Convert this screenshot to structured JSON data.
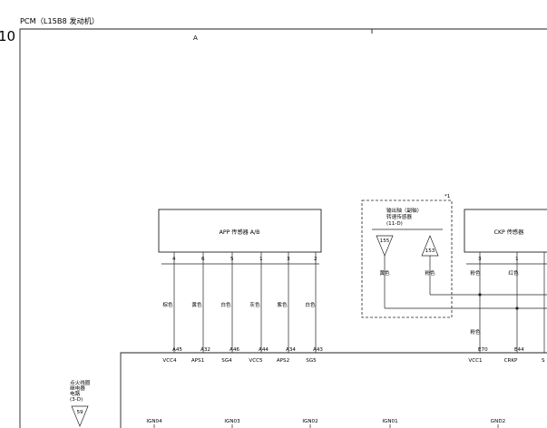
{
  "header": {
    "title": "PCM（L15B8 发动机）",
    "page_number": "10",
    "section": "A"
  },
  "app_sensor": {
    "name": "APP 传感器 A/B",
    "pins": [
      {
        "pin": "4",
        "wire_color": "棕色",
        "terminal": "A45",
        "signal": "VCC4"
      },
      {
        "pin": "6",
        "wire_color": "黄色",
        "terminal": "A32",
        "signal": "APS1"
      },
      {
        "pin": "5",
        "wire_color": "白色",
        "terminal": "A46",
        "signal": "SG4"
      },
      {
        "pin": "1",
        "wire_color": "灰色",
        "terminal": "A44",
        "signal": "VCC5"
      },
      {
        "pin": "3",
        "wire_color": "紫色",
        "terminal": "A34",
        "signal": "APS2"
      },
      {
        "pin": "2",
        "wire_color": "白色",
        "terminal": "A43",
        "signal": "SG5"
      }
    ]
  },
  "output_shaft_sensor": {
    "note_mark": "*1",
    "name_line1": "输出轴（副轴）",
    "name_line2": "转速传感器",
    "ref": "(11-D)",
    "tag_left": "155",
    "tag_right": "153",
    "wire_left": "黄色",
    "wire_right": "粉色"
  },
  "ckp_sensor": {
    "name": "CKP 传感器",
    "pins": [
      {
        "pin": "3",
        "wire_color": "粉色",
        "terminal": "E70",
        "signal": "VCC1"
      },
      {
        "pin": "1",
        "wire_color": "红色",
        "terminal": "E44",
        "signal": "CRKP"
      }
    ],
    "lower_wire_color": "粉色",
    "cut_signal": "S"
  },
  "ignition_relay": {
    "line1": "点火线圈",
    "line2": "继电器",
    "line3": "电路",
    "ref": "(3-D)",
    "tag": "59"
  },
  "bottom_terminals": [
    "IGN04",
    "IGN03",
    "IGN02",
    "IGN01",
    "GND2"
  ]
}
